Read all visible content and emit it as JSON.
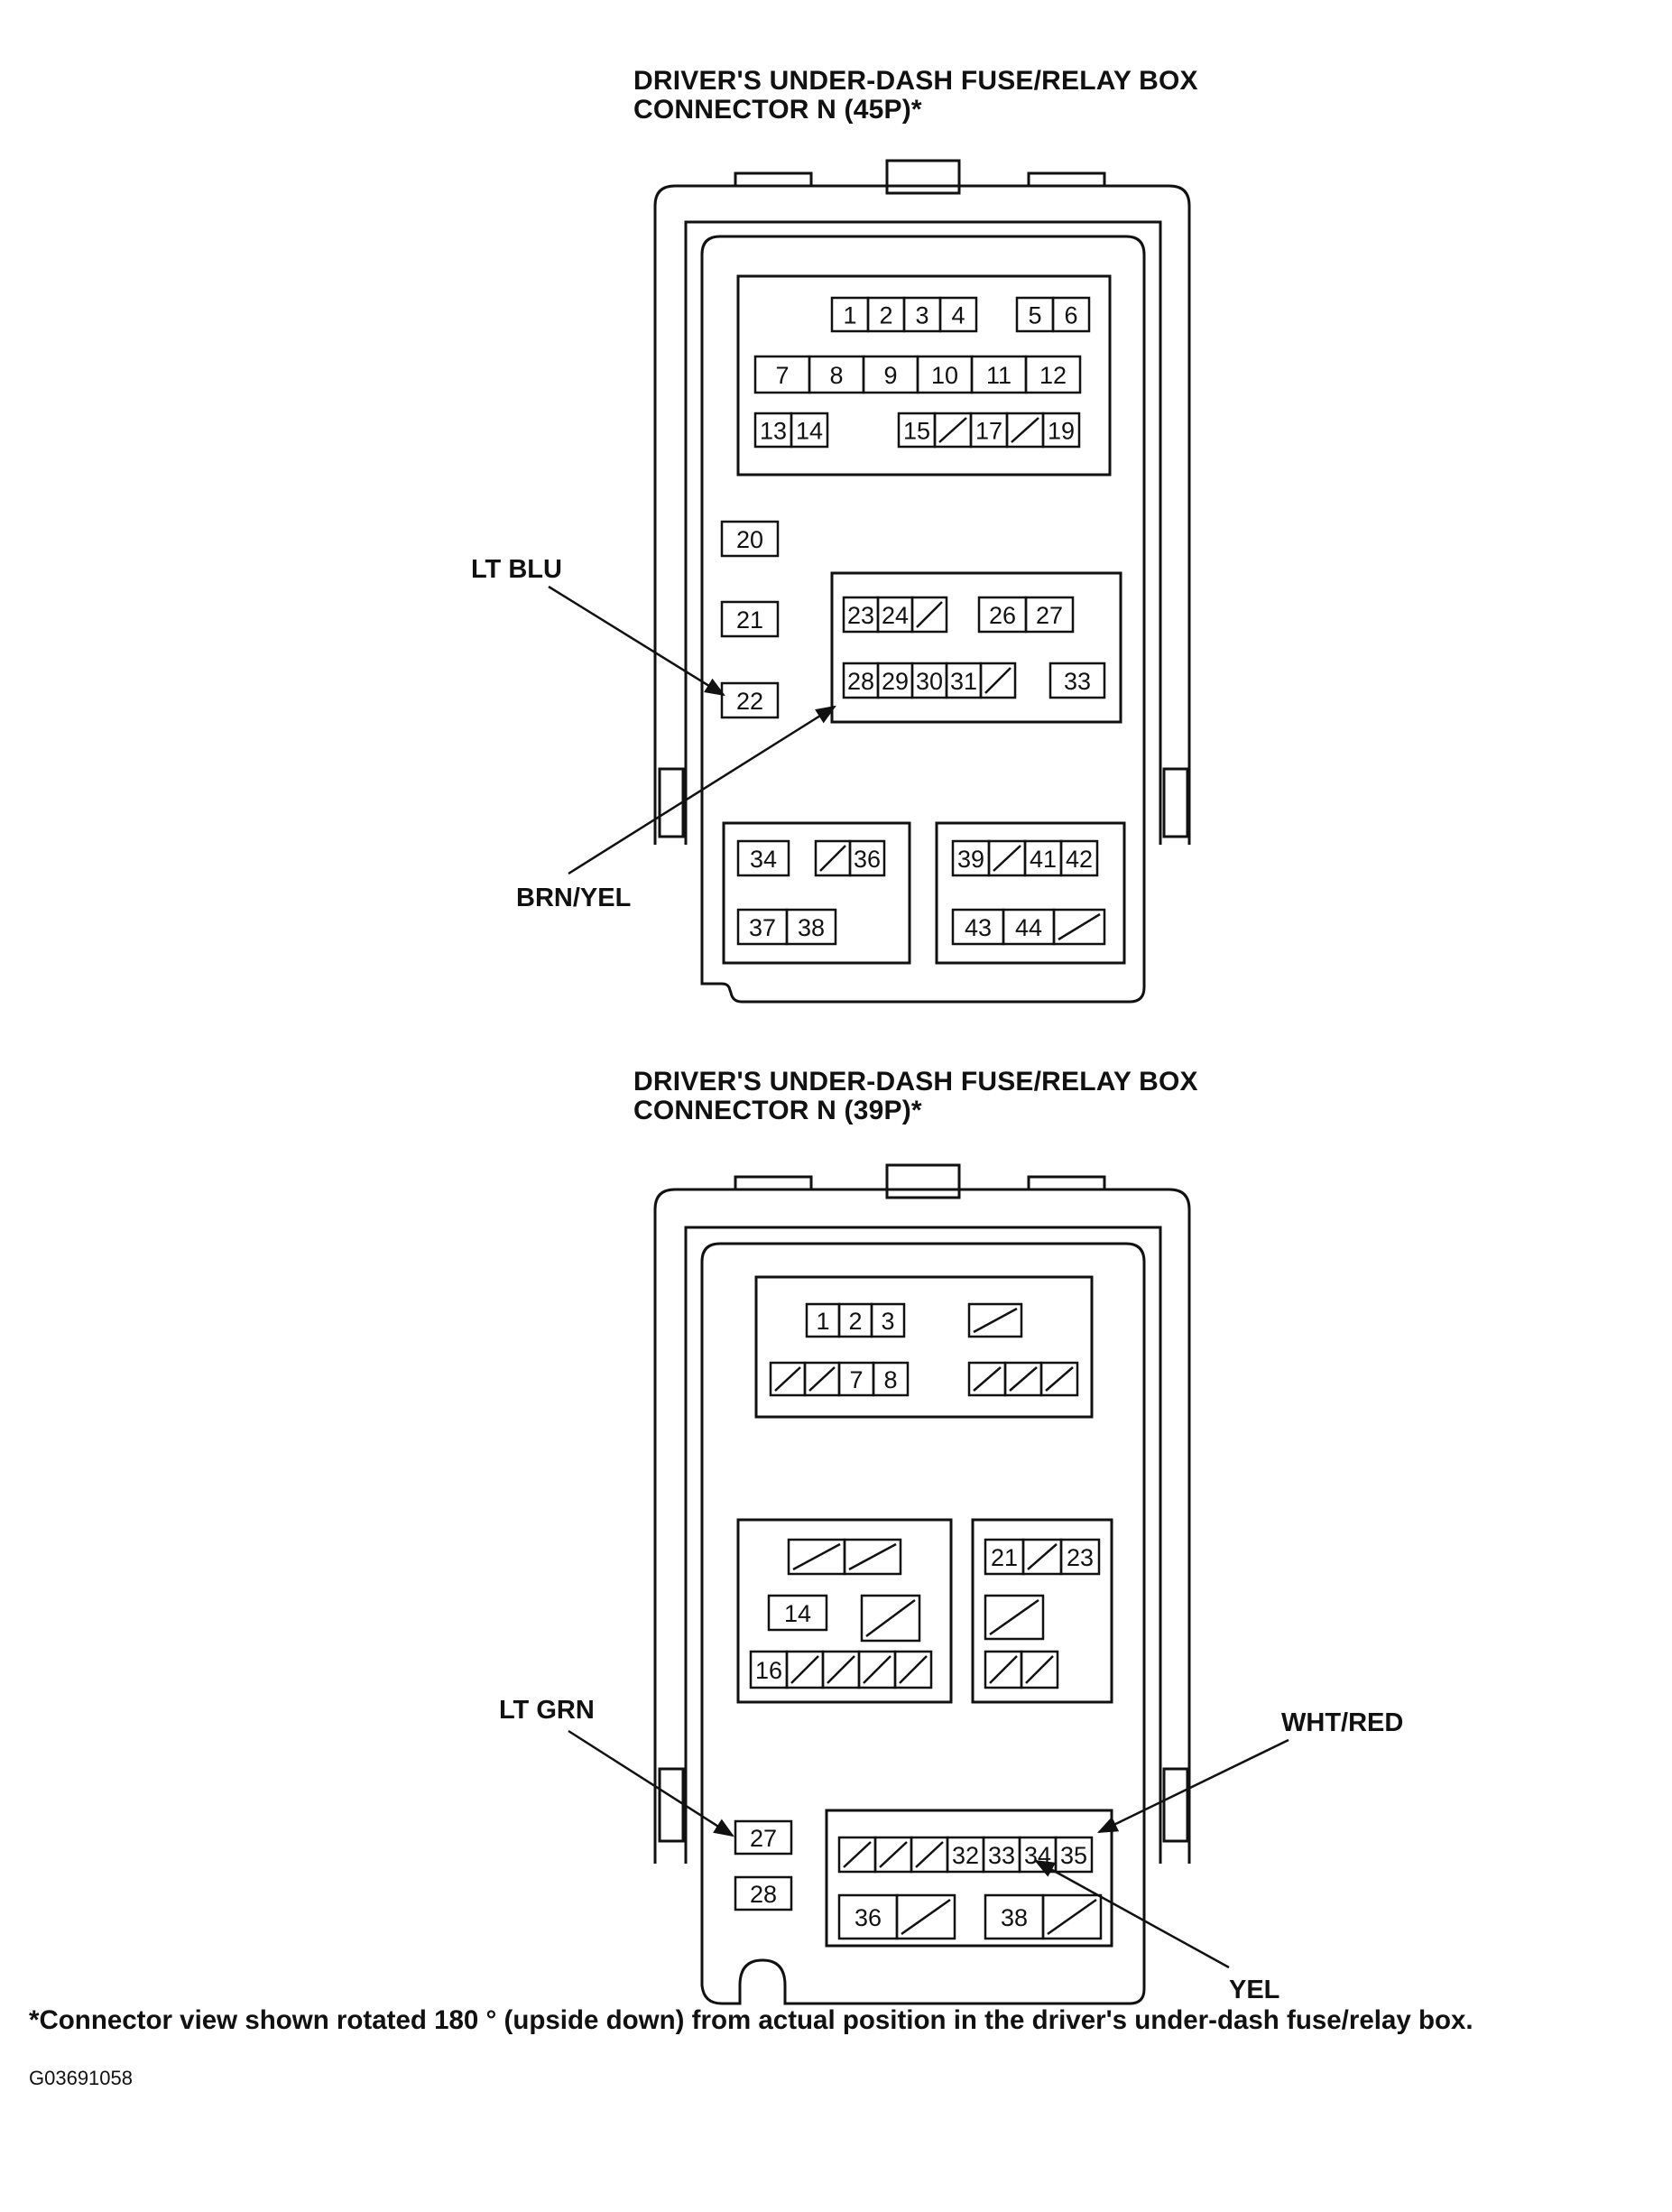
{
  "connector_45p": {
    "title_line1": "DRIVER'S UNDER-DASH FUSE/RELAY BOX",
    "title_line2": "CONNECTOR N (45P)*",
    "terminals": [
      "1",
      "2",
      "3",
      "4",
      "5",
      "6",
      "7",
      "8",
      "9",
      "10",
      "11",
      "12",
      "13",
      "14",
      "15",
      "17",
      "19",
      "20",
      "21",
      "22",
      "23",
      "24",
      "26",
      "27",
      "28",
      "29",
      "30",
      "31",
      "33",
      "34",
      "36",
      "37",
      "38",
      "39",
      "41",
      "42",
      "43",
      "44"
    ],
    "wire_labels": [
      {
        "text": "LT BLU",
        "terminal": "22"
      },
      {
        "text": "BRN/YEL",
        "terminal": "28"
      }
    ]
  },
  "connector_39p": {
    "title_line1": "DRIVER'S UNDER-DASH FUSE/RELAY BOX",
    "title_line2": "CONNECTOR N (39P)*",
    "terminals": [
      "1",
      "2",
      "3",
      "7",
      "8",
      "14",
      "16",
      "21",
      "23",
      "27",
      "28",
      "32",
      "33",
      "34",
      "35",
      "36",
      "38"
    ],
    "wire_labels": [
      {
        "text": "LT GRN",
        "terminal": "27"
      },
      {
        "text": "WHT/RED",
        "terminal": "35"
      },
      {
        "text": "YEL",
        "terminal": "34"
      }
    ]
  },
  "footnote": "*Connector view shown rotated 180 ° (upside down) from actual position in the driver's under-dash fuse/relay box.",
  "figure_id": "G03691058"
}
